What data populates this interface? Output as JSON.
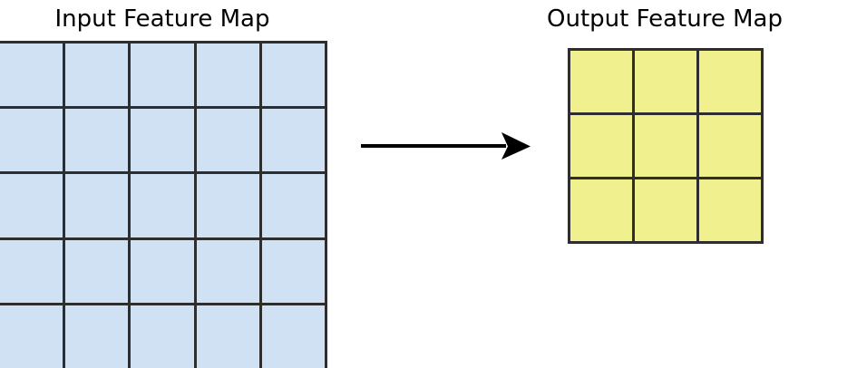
{
  "diagram": {
    "input": {
      "title": "Input Feature Map",
      "rows": 5,
      "cols": 5,
      "cell_color": "#cfe1f3",
      "border_color": "#2e2e2e"
    },
    "output": {
      "title": "Output Feature Map",
      "rows": 3,
      "cols": 3,
      "cell_color": "#f1f08e",
      "border_color": "#2e2e2e"
    },
    "arrow": {
      "name": "transform-arrow",
      "direction": "right",
      "color": "#000000"
    },
    "background_color": "#ffffff"
  },
  "chart_data": {
    "type": "diagram",
    "title": "",
    "nodes": [
      {
        "id": "input",
        "label": "Input Feature Map",
        "shape": "grid",
        "rows": 5,
        "cols": 5,
        "cells": 25,
        "fill": "#cfe1f3",
        "stroke": "#2e2e2e"
      },
      {
        "id": "output",
        "label": "Output Feature Map",
        "shape": "grid",
        "rows": 3,
        "cols": 3,
        "cells": 9,
        "fill": "#f1f08e",
        "stroke": "#2e2e2e"
      }
    ],
    "edges": [
      {
        "from": "input",
        "to": "output",
        "label": "",
        "style": "solid-arrow"
      }
    ]
  }
}
